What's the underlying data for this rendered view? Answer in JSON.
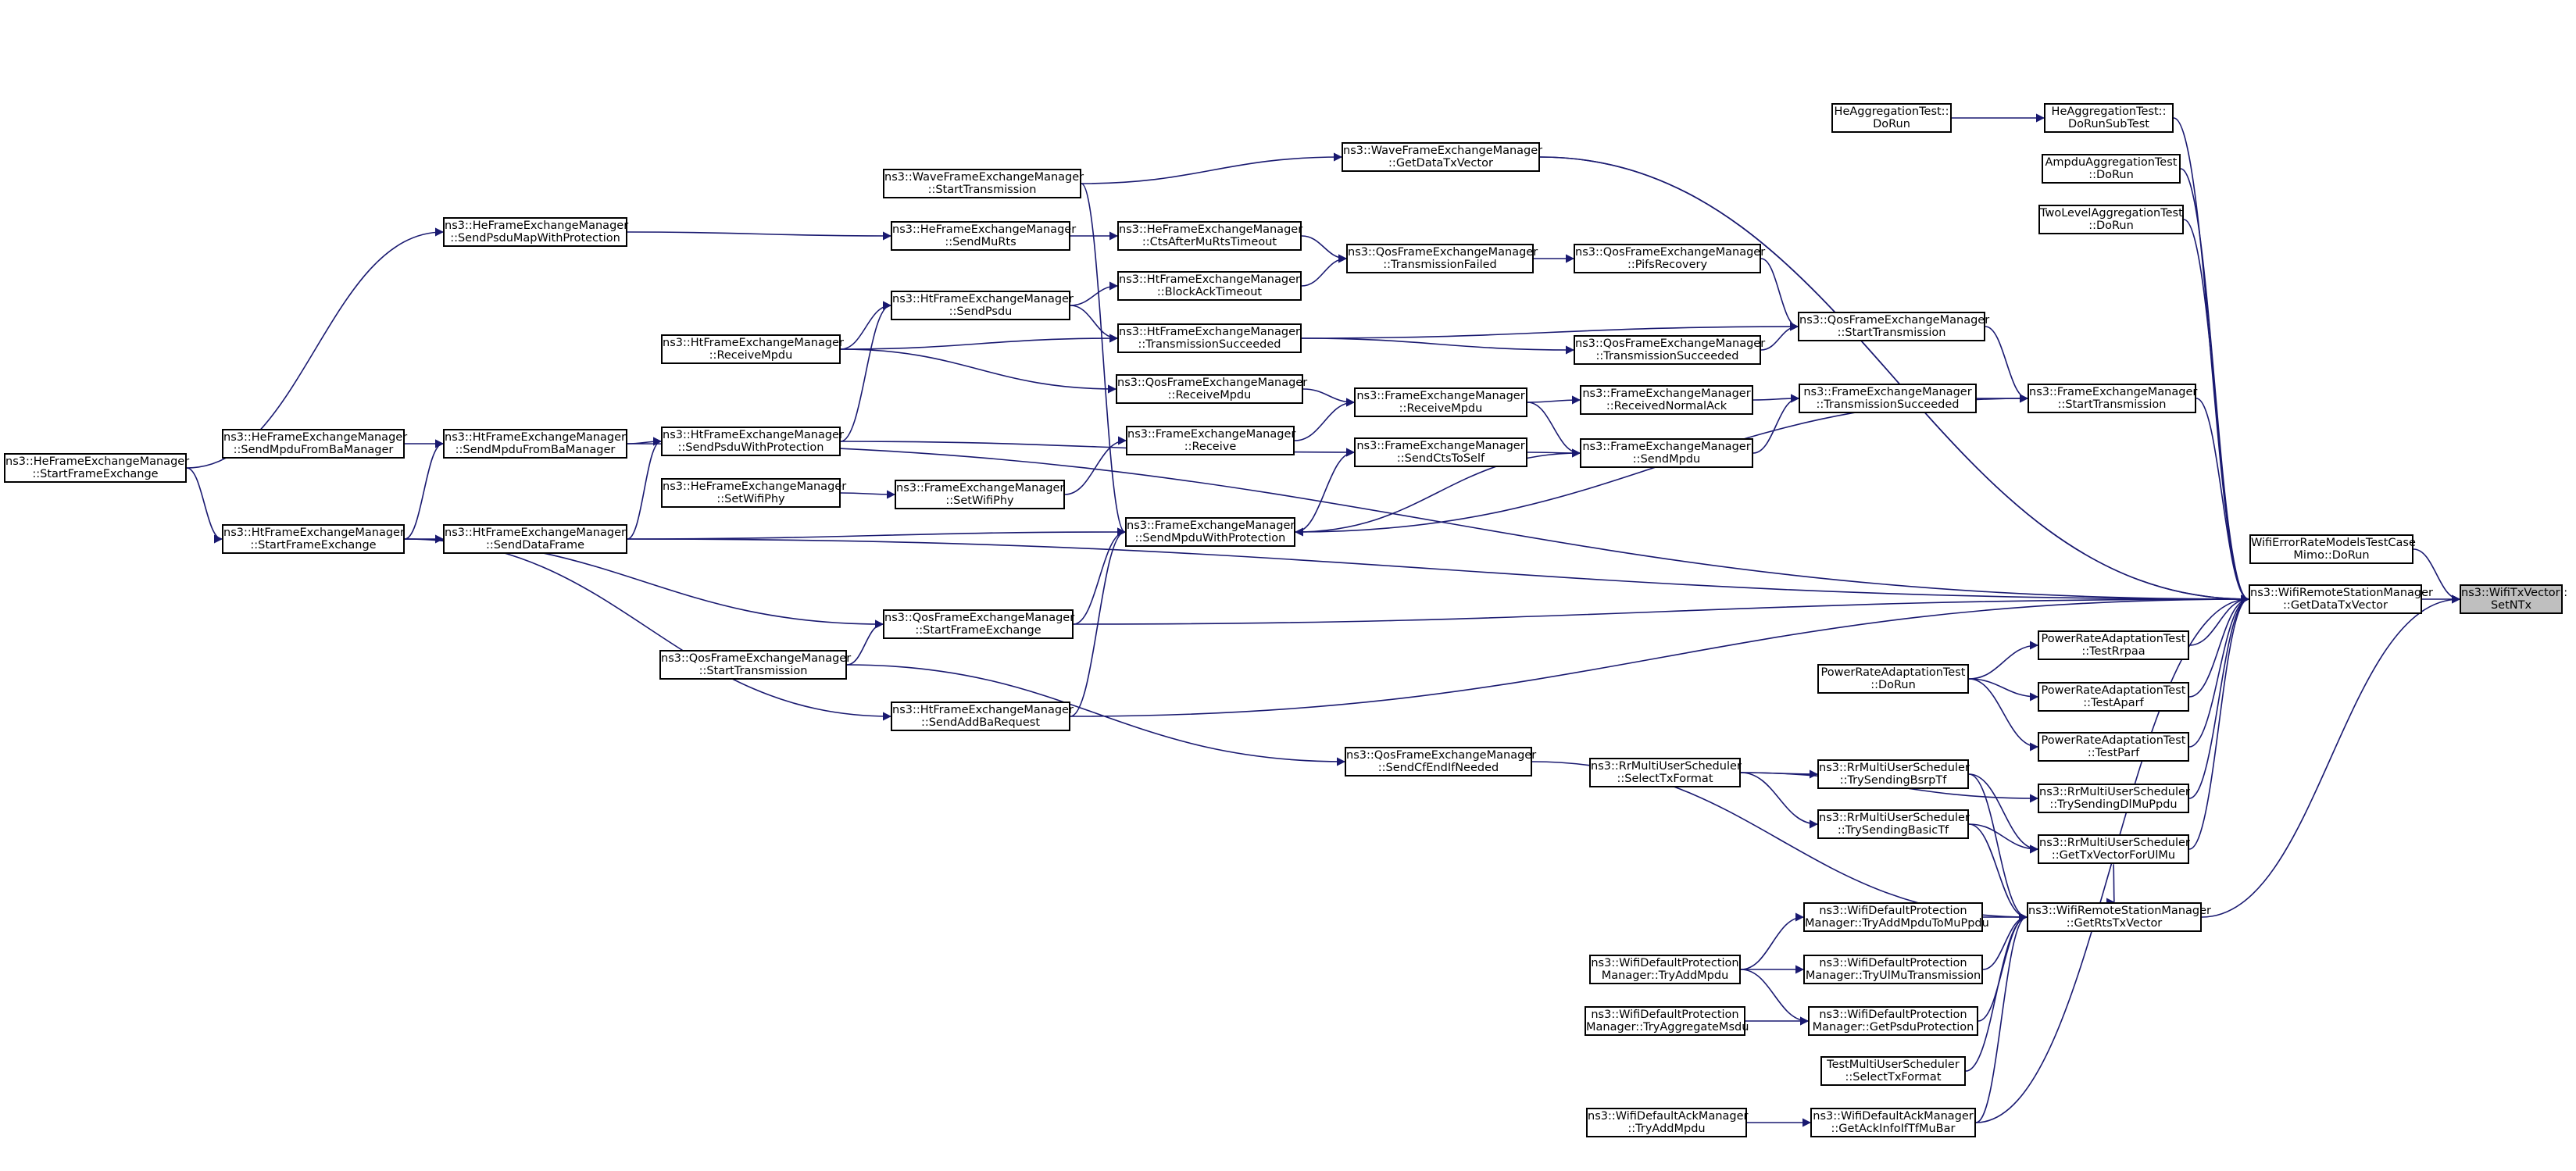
{
  "colors": {
    "edge": "#191970",
    "node_border": "#000000",
    "root_fill": "#bfbfbf",
    "node_fill": "#ffffff"
  },
  "nodes": [
    {
      "id": "setntx",
      "lines": [
        "ns3::WifiTxVector::",
        "SetNTx"
      ],
      "root": true
    },
    {
      "id": "getdatatx",
      "lines": [
        "ns3::WifiRemoteStationManager",
        "::GetDataTxVector"
      ]
    },
    {
      "id": "wifierr",
      "lines": [
        "WifiErrorRateModelsTestCase",
        "Mimo::DoRun"
      ]
    },
    {
      "id": "getrts",
      "lines": [
        "ns3::WifiRemoteStationManager",
        "::GetRtsTxVector"
      ]
    },
    {
      "id": "heaggrun",
      "lines": [
        "HeAggregationTest::",
        "DoRun"
      ]
    },
    {
      "id": "heaggsub",
      "lines": [
        "HeAggregationTest::",
        "DoRunSubTest"
      ]
    },
    {
      "id": "ampdu",
      "lines": [
        "AmpduAggregationTest",
        "::DoRun"
      ]
    },
    {
      "id": "twolevel",
      "lines": [
        "TwoLevelAggregationTest",
        "::DoRun"
      ]
    },
    {
      "id": "wave_getdata",
      "lines": [
        "ns3::WaveFrameExchangeManager",
        "::GetDataTxVector"
      ]
    },
    {
      "id": "wave_start",
      "lines": [
        "ns3::WaveFrameExchangeManager",
        "::StartTransmission"
      ]
    },
    {
      "id": "fem_start",
      "lines": [
        "ns3::FrameExchangeManager",
        "::StartTransmission"
      ]
    },
    {
      "id": "qfem_start",
      "lines": [
        "ns3::QosFrameExchangeManager",
        "::StartTransmission"
      ]
    },
    {
      "id": "fem_txsucc",
      "lines": [
        "ns3::FrameExchangeManager",
        "::TransmissionSucceeded"
      ]
    },
    {
      "id": "qfem_pifs",
      "lines": [
        "ns3::QosFrameExchangeManager",
        "::PifsRecovery"
      ]
    },
    {
      "id": "qfem_txfail",
      "lines": [
        "ns3::QosFrameExchangeManager",
        "::TransmissionFailed"
      ]
    },
    {
      "id": "qfem_txsucc",
      "lines": [
        "ns3::QosFrameExchangeManager",
        "::TransmissionSucceeded"
      ]
    },
    {
      "id": "fem_recvack",
      "lines": [
        "ns3::FrameExchangeManager",
        "::ReceivedNormalAck"
      ]
    },
    {
      "id": "fem_sendmpdu",
      "lines": [
        "ns3::FrameExchangeManager",
        "::SendMpdu"
      ]
    },
    {
      "id": "fem_recvmpdu",
      "lines": [
        "ns3::FrameExchangeManager",
        "::ReceiveMpdu"
      ]
    },
    {
      "id": "fem_ctsself",
      "lines": [
        "ns3::FrameExchangeManager",
        "::SendCtsToSelf"
      ]
    },
    {
      "id": "hefem_cts",
      "lines": [
        "ns3::HeFrameExchangeManager",
        "::CtsAfterMuRtsTimeout"
      ]
    },
    {
      "id": "htfem_blockack",
      "lines": [
        "ns3::HtFrameExchangeManager",
        "::BlockAckTimeout"
      ]
    },
    {
      "id": "htfem_txsucc",
      "lines": [
        "ns3::HtFrameExchangeManager",
        "::TransmissionSucceeded"
      ]
    },
    {
      "id": "qfem_recvmpdu",
      "lines": [
        "ns3::QosFrameExchangeManager",
        "::ReceiveMpdu"
      ]
    },
    {
      "id": "fem_receive",
      "lines": [
        "ns3::FrameExchangeManager",
        "::Receive"
      ]
    },
    {
      "id": "fem_sendmpduprot",
      "lines": [
        "ns3::FrameExchangeManager",
        "::SendMpduWithProtection"
      ]
    },
    {
      "id": "fem_setphy",
      "lines": [
        "ns3::FrameExchangeManager",
        "::SetWifiPhy"
      ]
    },
    {
      "id": "hefem_sendmurts",
      "lines": [
        "ns3::HeFrameExchangeManager",
        "::SendMuRts"
      ]
    },
    {
      "id": "htfem_sendpsdu",
      "lines": [
        "ns3::HtFrameExchangeManager",
        "::SendPsdu"
      ]
    },
    {
      "id": "qfem_startfe",
      "lines": [
        "ns3::QosFrameExchangeManager",
        "::StartFrameExchange"
      ]
    },
    {
      "id": "htfem_addba",
      "lines": [
        "ns3::HtFrameExchangeManager",
        "::SendAddBaRequest"
      ]
    },
    {
      "id": "qfem_sendcf",
      "lines": [
        "ns3::QosFrameExchangeManager",
        "::SendCfEndIfNeeded"
      ]
    },
    {
      "id": "htfem_recvmpdu",
      "lines": [
        "ns3::HtFrameExchangeManager",
        "::ReceiveMpdu"
      ]
    },
    {
      "id": "htfem_sendpsduprot",
      "lines": [
        "ns3::HtFrameExchangeManager",
        "::SendPsduWithProtection"
      ]
    },
    {
      "id": "hefem_setphy",
      "lines": [
        "ns3::HeFrameExchangeManager",
        "::SetWifiPhy"
      ]
    },
    {
      "id": "qfem_start2",
      "lines": [
        "ns3::QosFrameExchangeManager",
        "::StartTransmission"
      ]
    },
    {
      "id": "hefem_psdumap",
      "lines": [
        "ns3::HeFrameExchangeManager",
        "::SendPsduMapWithProtection"
      ]
    },
    {
      "id": "htfem_sendmpduba",
      "lines": [
        "ns3::HtFrameExchangeManager",
        "::SendMpduFromBaManager"
      ]
    },
    {
      "id": "htfem_senddata",
      "lines": [
        "ns3::HtFrameExchangeManager",
        "::SendDataFrame"
      ]
    },
    {
      "id": "hefem_sendmpduba",
      "lines": [
        "ns3::HeFrameExchangeManager",
        "::SendMpduFromBaManager"
      ]
    },
    {
      "id": "htfem_startfe",
      "lines": [
        "ns3::HtFrameExchangeManager",
        "::StartFrameExchange"
      ]
    },
    {
      "id": "hefem_startfe",
      "lines": [
        "ns3::HeFrameExchangeManager",
        "::StartFrameExchange"
      ]
    },
    {
      "id": "prat_rrpaa",
      "lines": [
        "PowerRateAdaptationTest",
        "::TestRrpaa"
      ]
    },
    {
      "id": "prat_aparf",
      "lines": [
        "PowerRateAdaptationTest",
        "::TestAparf"
      ]
    },
    {
      "id": "prat_parf",
      "lines": [
        "PowerRateAdaptationTest",
        "::TestParf"
      ]
    },
    {
      "id": "prat_dorun",
      "lines": [
        "PowerRateAdaptationTest",
        "::DoRun"
      ]
    },
    {
      "id": "rr_dlmu",
      "lines": [
        "ns3::RrMultiUserScheduler",
        "::TrySendingDlMuPpdu"
      ]
    },
    {
      "id": "rr_gettxul",
      "lines": [
        "ns3::RrMultiUserScheduler",
        "::GetTxVectorForUlMu"
      ]
    },
    {
      "id": "rr_bsrp",
      "lines": [
        "ns3::RrMultiUserScheduler",
        "::TrySendingBsrpTf"
      ]
    },
    {
      "id": "rr_basic",
      "lines": [
        "ns3::RrMultiUserScheduler",
        "::TrySendingBasicTf"
      ]
    },
    {
      "id": "rr_select",
      "lines": [
        "ns3::RrMultiUserScheduler",
        "::SelectTxFormat"
      ]
    },
    {
      "id": "wdp_addmu",
      "lines": [
        "ns3::WifiDefaultProtection",
        "Manager::TryAddMpduToMuPpdu"
      ]
    },
    {
      "id": "wdp_ulmu",
      "lines": [
        "ns3::WifiDefaultProtection",
        "Manager::TryUlMuTransmission"
      ]
    },
    {
      "id": "wdp_getpsdu",
      "lines": [
        "ns3::WifiDefaultProtection",
        "Manager::GetPsduProtection"
      ]
    },
    {
      "id": "wdp_addmpdu",
      "lines": [
        "ns3::WifiDefaultProtection",
        "Manager::TryAddMpdu"
      ]
    },
    {
      "id": "wdp_aggmsdu",
      "lines": [
        "ns3::WifiDefaultProtection",
        "Manager::TryAggregateMsdu"
      ]
    },
    {
      "id": "tmus_select",
      "lines": [
        "TestMultiUserScheduler",
        "::SelectTxFormat"
      ]
    },
    {
      "id": "wda_getack",
      "lines": [
        "ns3::WifiDefaultAckManager",
        "::GetAckInfoIfTfMuBar"
      ]
    },
    {
      "id": "wda_addmpdu",
      "lines": [
        "ns3::WifiDefaultAckManager",
        "::TryAddMpdu"
      ]
    }
  ],
  "edges": [
    [
      "getdatatx",
      "setntx"
    ],
    [
      "wifierr",
      "setntx"
    ],
    [
      "getrts",
      "setntx"
    ],
    [
      "heaggsub",
      "getdatatx"
    ],
    [
      "heaggrun",
      "heaggsub"
    ],
    [
      "ampdu",
      "getdatatx"
    ],
    [
      "twolevel",
      "getdatatx"
    ],
    [
      "wave_getdata",
      "getdatatx"
    ],
    [
      "wave_start",
      "wave_getdata"
    ],
    [
      "fem_start",
      "getdatatx"
    ],
    [
      "fem_start",
      "fem_sendmpduprot"
    ],
    [
      "qfem_start",
      "fem_start"
    ],
    [
      "fem_txsucc",
      "fem_start"
    ],
    [
      "qfem_pifs",
      "qfem_start"
    ],
    [
      "qfem_txsucc",
      "qfem_start"
    ],
    [
      "htfem_txsucc",
      "qfem_start"
    ],
    [
      "qfem_txfail",
      "qfem_pifs"
    ],
    [
      "hefem_cts",
      "qfem_txfail"
    ],
    [
      "htfem_blockack",
      "qfem_txfail"
    ],
    [
      "htfem_txsucc",
      "qfem_txsucc"
    ],
    [
      "fem_recvack",
      "fem_txsucc"
    ],
    [
      "fem_sendmpdu",
      "fem_txsucc"
    ],
    [
      "fem_recvmpdu",
      "fem_recvack"
    ],
    [
      "fem_recvmpdu",
      "fem_sendmpdu"
    ],
    [
      "fem_ctsself",
      "fem_sendmpdu"
    ],
    [
      "qfem_recvmpdu",
      "fem_recvmpdu"
    ],
    [
      "fem_receive",
      "fem_recvmpdu"
    ],
    [
      "fem_setphy",
      "fem_receive"
    ],
    [
      "hefem_setphy",
      "fem_setphy"
    ],
    [
      "fem_sendmpduprot",
      "fem_ctsself"
    ],
    [
      "fem_sendmpduprot",
      "fem_sendmpdu"
    ],
    [
      "htfem_sendpsduprot",
      "fem_ctsself"
    ],
    [
      "htfem_sendpsduprot",
      "htfem_sendpsdu"
    ],
    [
      "htfem_sendpsdu",
      "htfem_blockack"
    ],
    [
      "htfem_sendpsdu",
      "htfem_txsucc"
    ],
    [
      "hefem_sendmurts",
      "hefem_cts"
    ],
    [
      "hefem_psdumap",
      "hefem_sendmurts"
    ],
    [
      "htfem_recvmpdu",
      "htfem_sendpsdu"
    ],
    [
      "htfem_recvmpdu",
      "htfem_txsucc"
    ],
    [
      "htfem_recvmpdu",
      "qfem_recvmpdu"
    ],
    [
      "wave_start",
      "fem_sendmpduprot"
    ],
    [
      "qfem_startfe",
      "fem_sendmpduprot"
    ],
    [
      "htfem_addba",
      "fem_sendmpduprot"
    ],
    [
      "htfem_senddata",
      "fem_sendmpduprot"
    ],
    [
      "htfem_senddata",
      "getdatatx"
    ],
    [
      "qfem_startfe",
      "getdatatx"
    ],
    [
      "qfem_start2",
      "qfem_startfe"
    ],
    [
      "htfem_startfe",
      "qfem_startfe"
    ],
    [
      "htfem_startfe",
      "htfem_addba"
    ],
    [
      "htfem_startfe",
      "htfem_senddata"
    ],
    [
      "htfem_startfe",
      "htfem_sendmpduba"
    ],
    [
      "htfem_sendmpduba",
      "htfem_sendpsduprot"
    ],
    [
      "htfem_sendmpduba",
      "getdatatx"
    ],
    [
      "hefem_sendmpduba",
      "htfem_sendmpduba"
    ],
    [
      "htfem_senddata",
      "htfem_sendpsduprot"
    ],
    [
      "hefem_startfe",
      "htfem_startfe"
    ],
    [
      "hefem_startfe",
      "hefem_psdumap"
    ],
    [
      "qfem_start2",
      "qfem_sendcf"
    ],
    [
      "qfem_sendcf",
      "getrts"
    ],
    [
      "htfem_addba",
      "getdatatx"
    ],
    [
      "wave_getdata",
      "getdatatx"
    ],
    [
      "prat_rrpaa",
      "getdatatx"
    ],
    [
      "prat_aparf",
      "getdatatx"
    ],
    [
      "prat_parf",
      "getdatatx"
    ],
    [
      "prat_dorun",
      "prat_rrpaa"
    ],
    [
      "prat_dorun",
      "prat_aparf"
    ],
    [
      "prat_dorun",
      "prat_parf"
    ],
    [
      "rr_dlmu",
      "getdatatx"
    ],
    [
      "rr_gettxul",
      "getdatatx"
    ],
    [
      "rr_gettxul",
      "getrts"
    ],
    [
      "rr_bsrp",
      "rr_gettxul"
    ],
    [
      "rr_basic",
      "rr_gettxul"
    ],
    [
      "rr_bsrp",
      "getrts"
    ],
    [
      "rr_basic",
      "getrts"
    ],
    [
      "rr_select",
      "rr_bsrp"
    ],
    [
      "rr_select",
      "rr_basic"
    ],
    [
      "rr_select",
      "rr_dlmu"
    ],
    [
      "wdp_addmu",
      "getrts"
    ],
    [
      "wdp_ulmu",
      "getrts"
    ],
    [
      "wdp_getpsdu",
      "getrts"
    ],
    [
      "wdp_addmpdu",
      "wdp_addmu"
    ],
    [
      "wdp_addmpdu",
      "wdp_ulmu"
    ],
    [
      "wdp_addmpdu",
      "wdp_getpsdu"
    ],
    [
      "wdp_aggmsdu",
      "wdp_getpsdu"
    ],
    [
      "tmus_select",
      "getrts"
    ],
    [
      "wda_getack",
      "getrts"
    ],
    [
      "wda_addmpdu",
      "wda_getack"
    ],
    [
      "wda_getack",
      "getdatatx"
    ]
  ]
}
